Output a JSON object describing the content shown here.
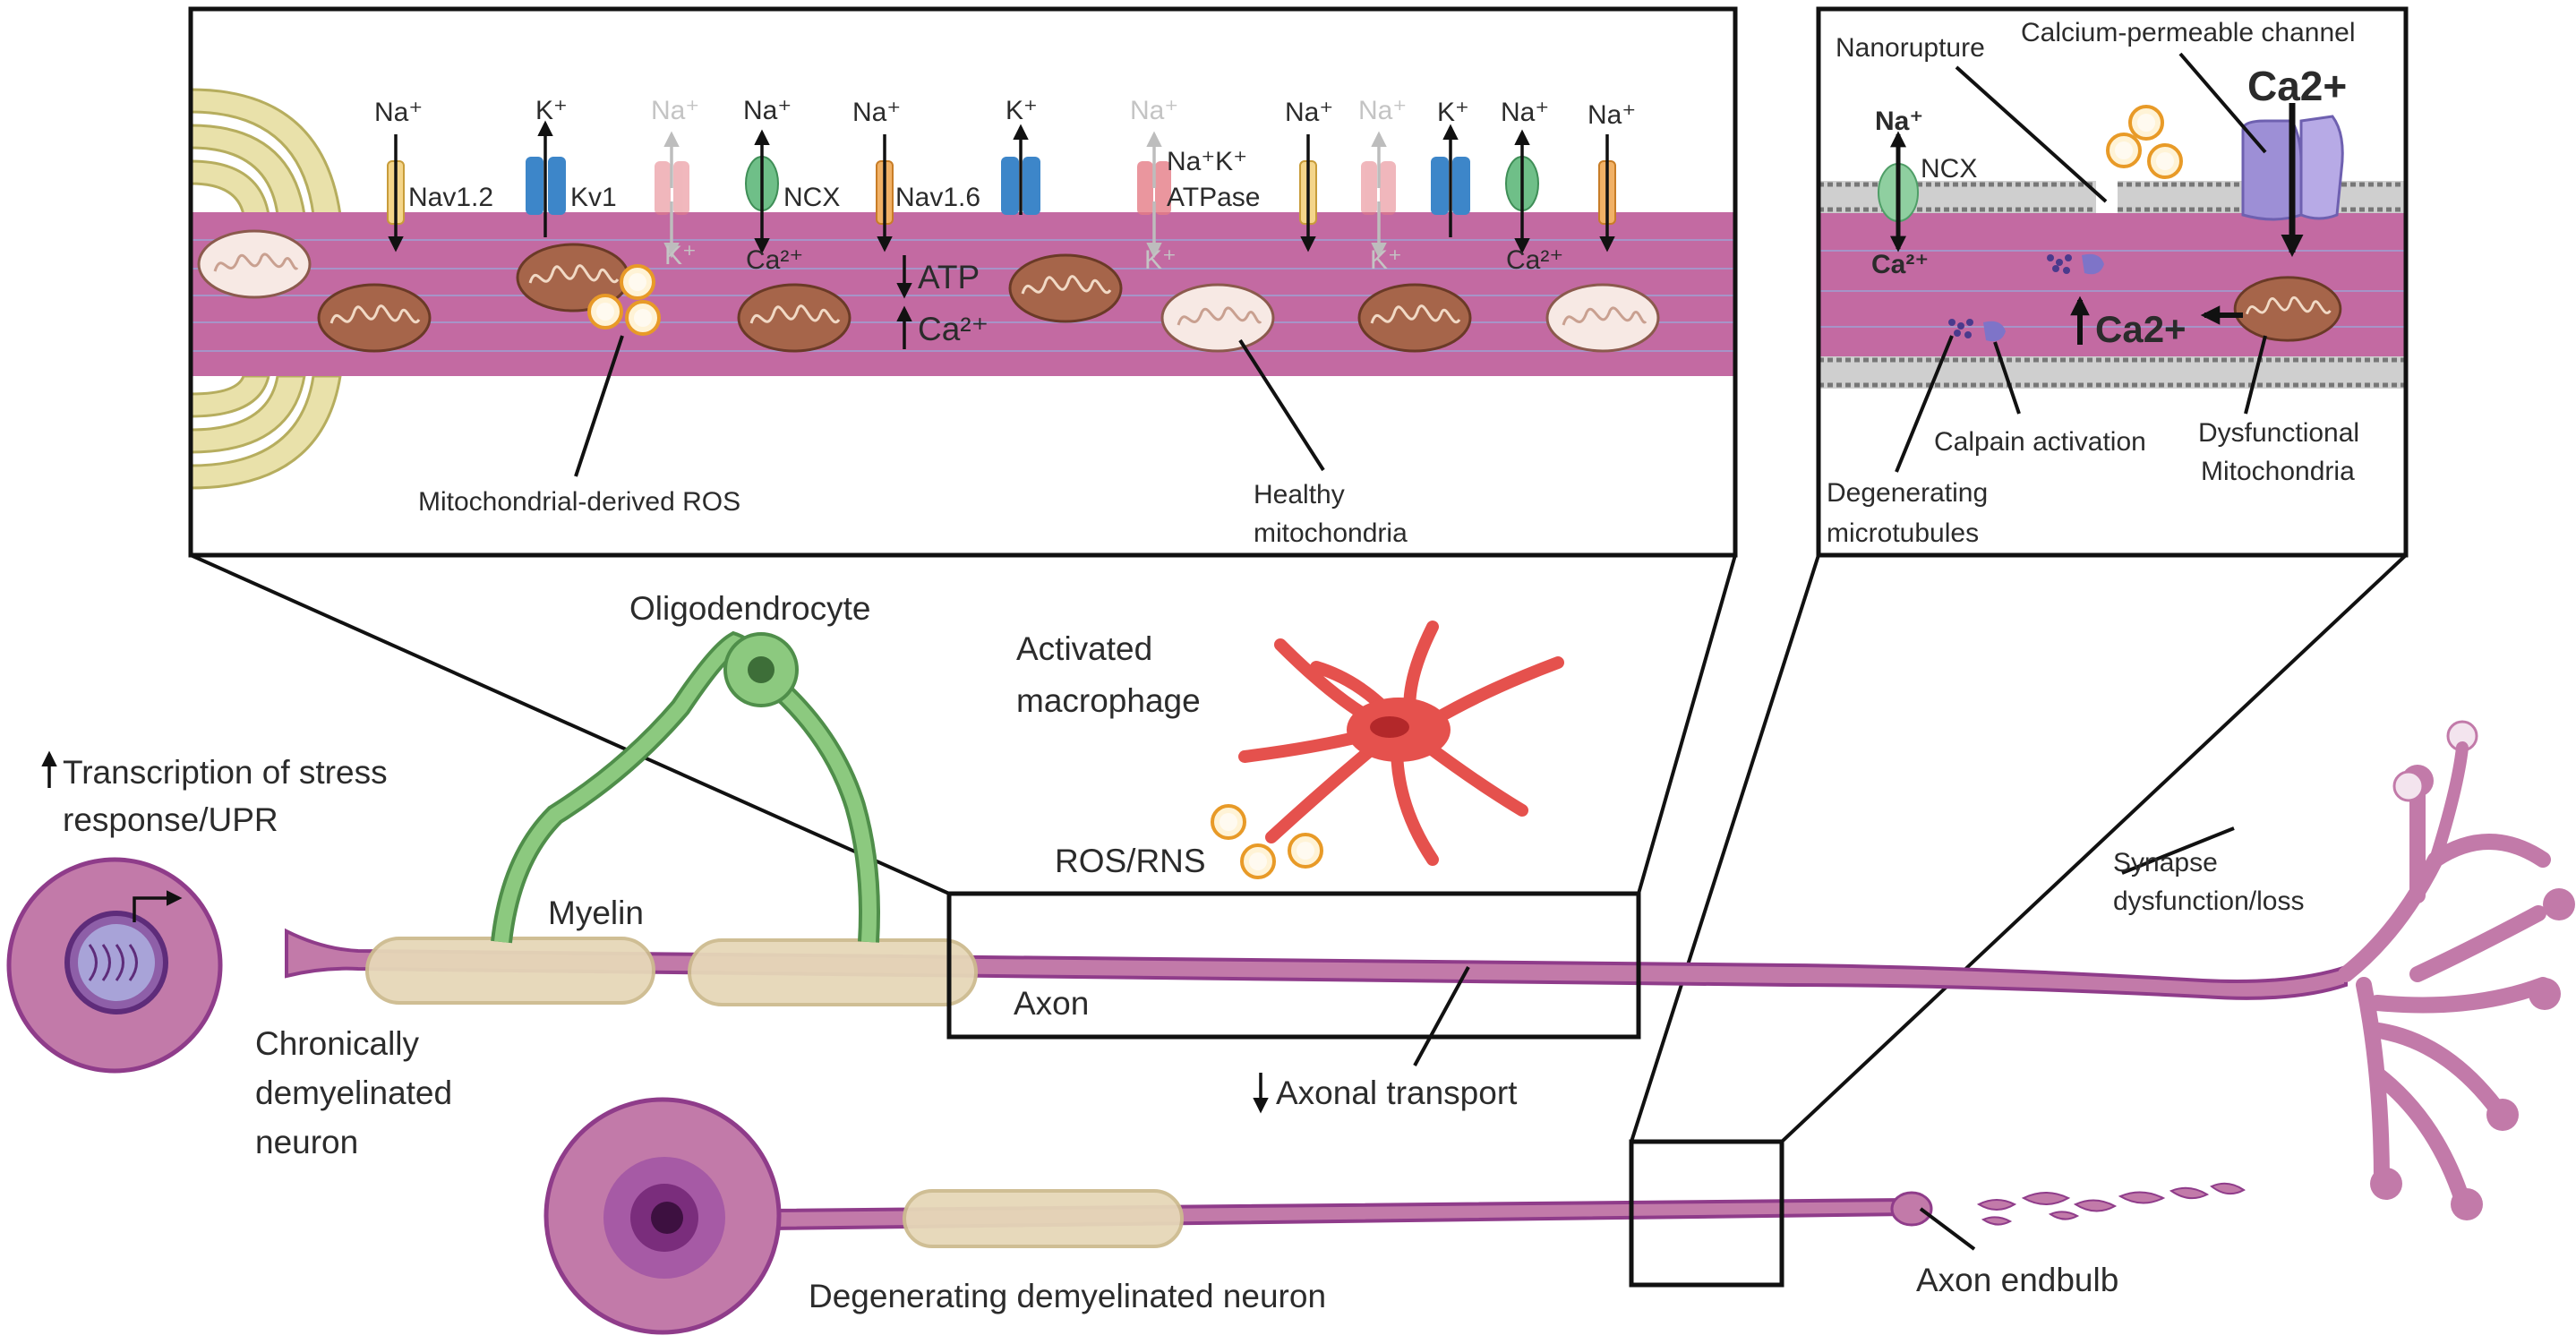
{
  "figure": {
    "inset_left": {
      "ions": {
        "nav12": "Na⁺",
        "kv1": "K⁺",
        "faded_na_1": "Na⁺",
        "faded_k_1": "K⁺",
        "ncx_na": "Na⁺",
        "ncx_ca": "Ca²⁺",
        "nav16": "Na⁺",
        "kv_right": "K⁺",
        "atpase_na": "Na⁺",
        "atpase_k": "K⁺",
        "na_right": "Na⁺",
        "faded_na_2": "Na⁺",
        "faded_k_2": "K⁺",
        "k_right2": "K⁺",
        "ncx2_na": "Na⁺",
        "ncx2_ca": "Ca²⁺",
        "na_last": "Na⁺"
      },
      "channels": {
        "nav12": "Nav1.2",
        "kv1": "Kv1",
        "ncx": "NCX",
        "nav16": "Nav1.6",
        "atpase_line1": "Na⁺K⁺",
        "atpase_line2": "ATPase"
      },
      "atp_label": "ATP",
      "ca_label": "Ca²⁺",
      "ros_label": "Mitochondrial-derived ROS",
      "healthy_line1": "Healthy",
      "healthy_line2": "mitochondria"
    },
    "inset_right": {
      "nanorupture": "Nanorupture",
      "calcium_channel": "Calcium-permeable channel",
      "ca_big": "Ca2+",
      "na": "Na⁺",
      "ncx": "NCX",
      "ca_small": "Ca²⁺",
      "ca_inner": "Ca2+",
      "calpain": "Calpain activation",
      "dysf_line1": "Dysfunctional",
      "dysf_line2": "Mitochondria",
      "degen_line1": "Degenerating",
      "degen_line2": "microtubules"
    },
    "main": {
      "oligodendrocyte": "Oligodendrocyte",
      "macrophage_line1": "Activated",
      "macrophage_line2": "macrophage",
      "ros_rns": "ROS/RNS",
      "transcription_line1": "Transcription of stress",
      "transcription_line2": "response/UPR",
      "myelin": "Myelin",
      "axon": "Axon",
      "chronic_line1": "Chronically",
      "chronic_line2": "demyelinated",
      "chronic_line3": "neuron",
      "axonal_transport": "Axonal transport",
      "synapse_line1": "Synapse",
      "synapse_line2": "dysfunction/loss",
      "degenerating_neuron": "Degenerating demyelinated neuron",
      "axon_endbulb": "Axon endbulb"
    }
  },
  "colors": {
    "axon": "#c36aa2",
    "neuron": "#c27aa9",
    "neuron_outline": "#8f3c8a",
    "myelin": "#e6d7b8",
    "oligodendrocyte": "#7dbb74",
    "macrophage": "#e5514d",
    "ros": "#e89a27"
  }
}
